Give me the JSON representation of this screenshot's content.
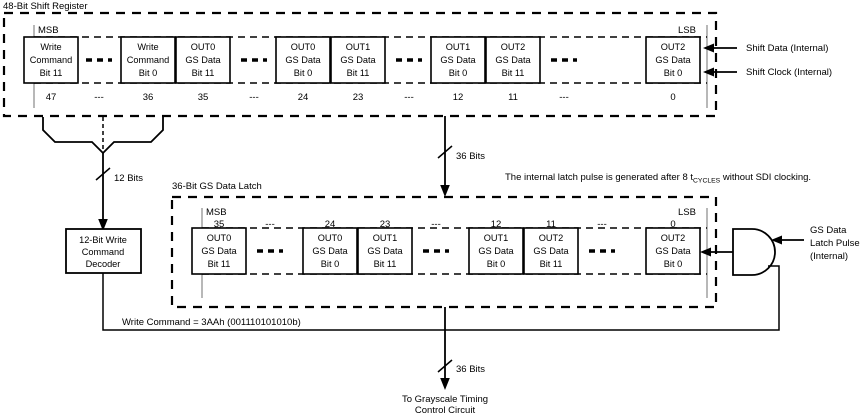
{
  "diagram": {
    "title": "48-Bit Shift Register",
    "latch_title": "36-Bit GS Data Latch"
  },
  "shift_register": {
    "msb_label": "MSB",
    "lsb_label": "LSB",
    "cells": [
      {
        "line1": "Write",
        "line2": "Command",
        "line3": "Bit 11",
        "bit": "47"
      },
      {
        "line1": "Write",
        "line2": "Command",
        "line3": "Bit 0",
        "bit": "36"
      },
      {
        "line1": "OUT0",
        "line2": "GS Data",
        "line3": "Bit 11",
        "bit": "35"
      },
      {
        "line1": "OUT0",
        "line2": "GS Data",
        "line3": "Bit 0",
        "bit": "24"
      },
      {
        "line1": "OUT1",
        "line2": "GS Data",
        "line3": "Bit 11",
        "bit": "23"
      },
      {
        "line1": "OUT1",
        "line2": "GS Data",
        "line3": "Bit 0",
        "bit": "12"
      },
      {
        "line1": "OUT2",
        "line2": "GS Data",
        "line3": "Bit 11",
        "bit": "11"
      },
      {
        "line1": "OUT2",
        "line2": "GS Data",
        "line3": "Bit 0",
        "bit": "0"
      }
    ],
    "gap_bit_label": "---",
    "inputs": [
      {
        "label": "Shift Data (Internal)"
      },
      {
        "label": "Shift Clock (Internal)"
      }
    ]
  },
  "gs_latch": {
    "msb_label": "MSB",
    "lsb_label": "LSB",
    "cells": [
      {
        "line1": "OUT0",
        "line2": "GS Data",
        "line3": "Bit 11",
        "bit": "35"
      },
      {
        "line1": "OUT0",
        "line2": "GS Data",
        "line3": "Bit 0",
        "bit": "24"
      },
      {
        "line1": "OUT1",
        "line2": "GS Data",
        "line3": "Bit 11",
        "bit": "23"
      },
      {
        "line1": "OUT1",
        "line2": "GS Data",
        "line3": "Bit 0",
        "bit": "12"
      },
      {
        "line1": "OUT2",
        "line2": "GS Data",
        "line3": "Bit 11",
        "bit": "11"
      },
      {
        "line1": "OUT2",
        "line2": "GS Data",
        "line3": "Bit 0",
        "bit": "0"
      }
    ],
    "gap_bit_label": "---"
  },
  "decoder": {
    "line1": "12-Bit Write",
    "line2": "Command",
    "line3": "Decoder"
  },
  "buses": {
    "to_decoder": "12 Bits",
    "to_latch": "36 Bits",
    "to_output": "36 Bits"
  },
  "notes": {
    "latch_pulse_part1": "The internal latch pulse is generated after 8 t",
    "latch_pulse_sub": "CYCLES",
    "latch_pulse_part2": " without SDI clocking.",
    "write_command": "Write Command = 3AAh (001110101010b)"
  },
  "gate_input": {
    "line1": "GS Data",
    "line2": "Latch Pulse",
    "line3": "(Internal)"
  },
  "output": {
    "line1": "To Grayscale Timing",
    "line2": "Control Circuit"
  },
  "colors": {
    "ink": "#000000",
    "paper": "#ffffff",
    "guide": "#9a9a9a"
  }
}
